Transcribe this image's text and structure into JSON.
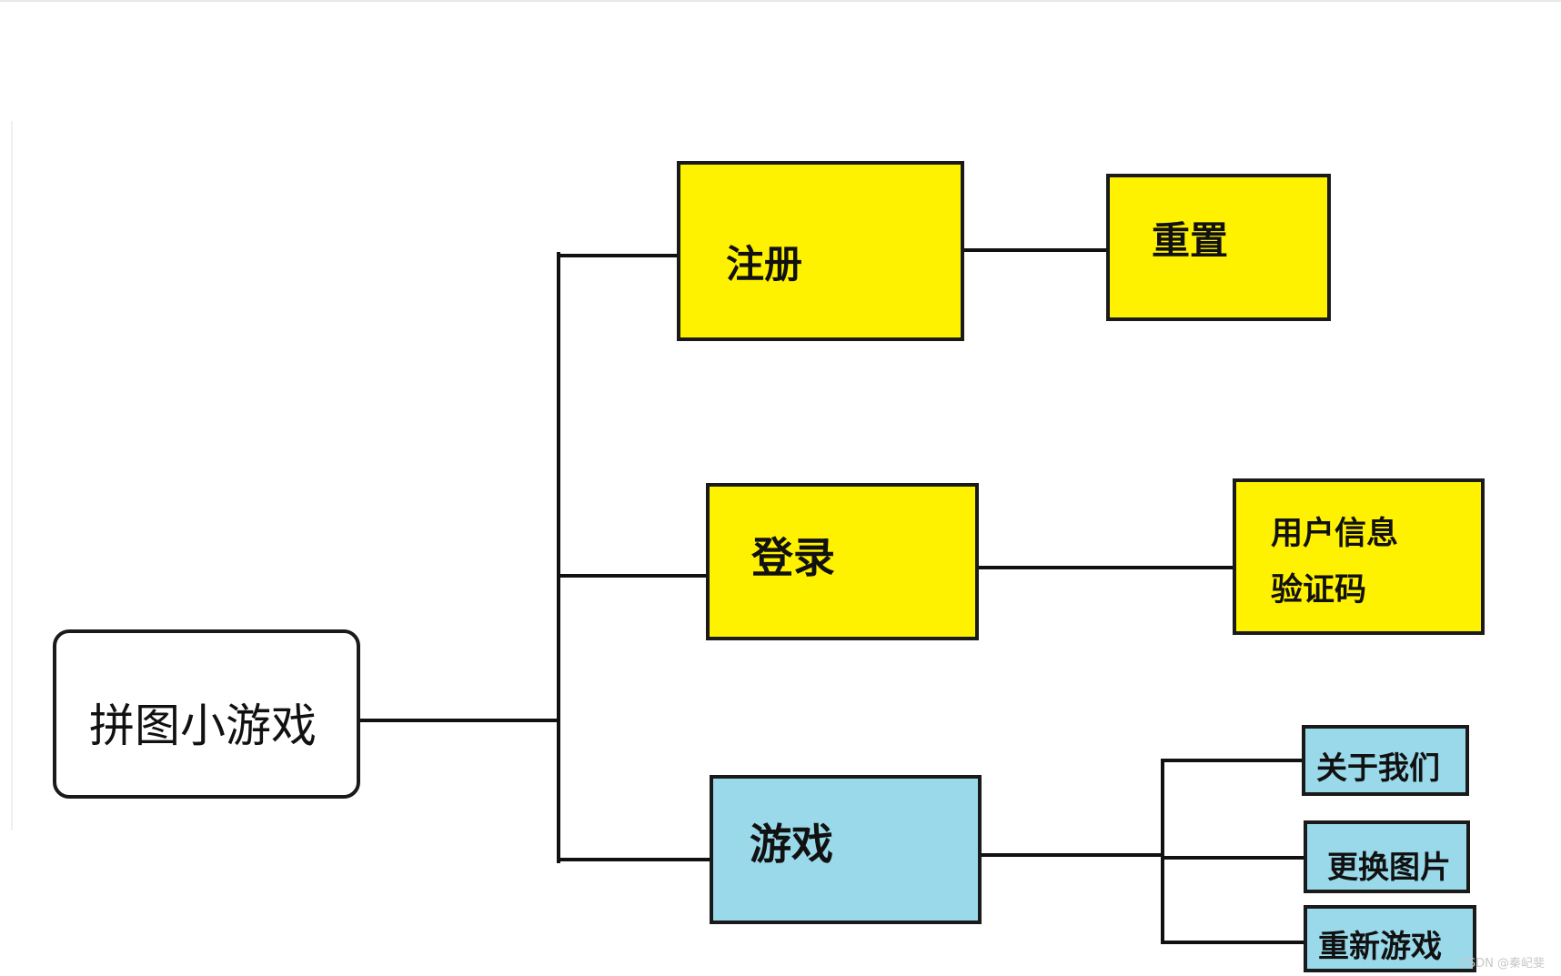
{
  "root": {
    "label": "拼图小游戏"
  },
  "branches": {
    "register": {
      "label": "注册",
      "color": "#fff200",
      "children": {
        "reset": "重置"
      }
    },
    "login": {
      "label": "登录",
      "color": "#fff200",
      "children": {
        "line1": "用户信息",
        "line2": "验证码"
      }
    },
    "game": {
      "label": "游戏",
      "color": "#99d9ea",
      "children": {
        "about": "关于我们",
        "change_image": "更换图片",
        "restart": "重新游戏"
      }
    }
  },
  "watermark": "CSDN @秦屺斐"
}
